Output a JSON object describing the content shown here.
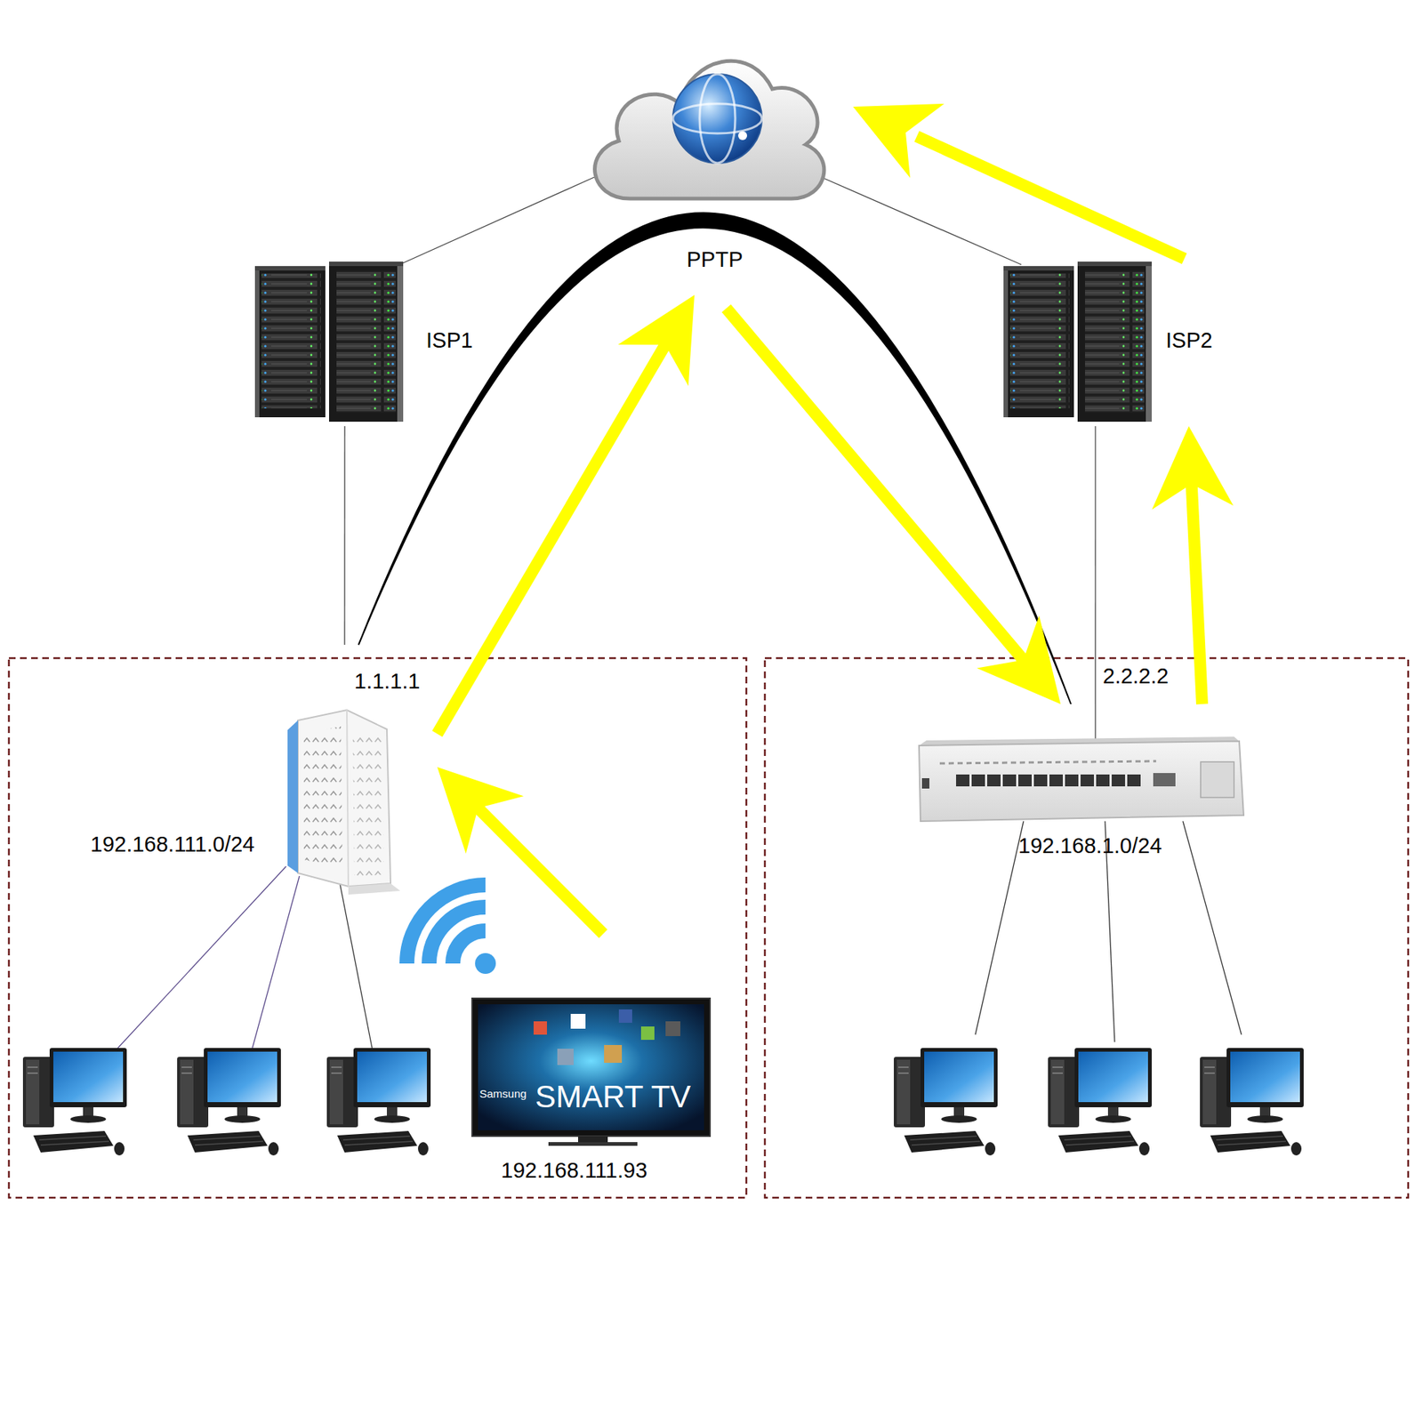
{
  "diagram": {
    "nodes": [
      {
        "text": [
          "ISP1"
        ]
      },
      {
        "text": [
          "ISP2"
        ]
      },
      {
        "text": [
          "1.1.1.1",
          "192.168.111.0/24"
        ]
      },
      {
        "text": [
          "2.2.2.2",
          "192.168.1.0/24"
        ]
      },
      {
        "text": [
          "Samsung",
          "SMART TV",
          "192.168.111.93"
        ]
      }
    ],
    "edges": [
      {
        "from": 0,
        "to": 2,
        "arrow": "none"
      },
      {
        "from": 1,
        "to": 3,
        "arrow": "none"
      },
      {
        "from": 2,
        "to": 3,
        "label": "PPTP",
        "arrow": "none"
      },
      {
        "from": 4,
        "to": 2,
        "arrow": "to"
      },
      {
        "from": 2,
        "to": 3,
        "arrow": "to"
      },
      {
        "from": 3,
        "to": 1,
        "arrow": "to"
      }
    ]
  }
}
